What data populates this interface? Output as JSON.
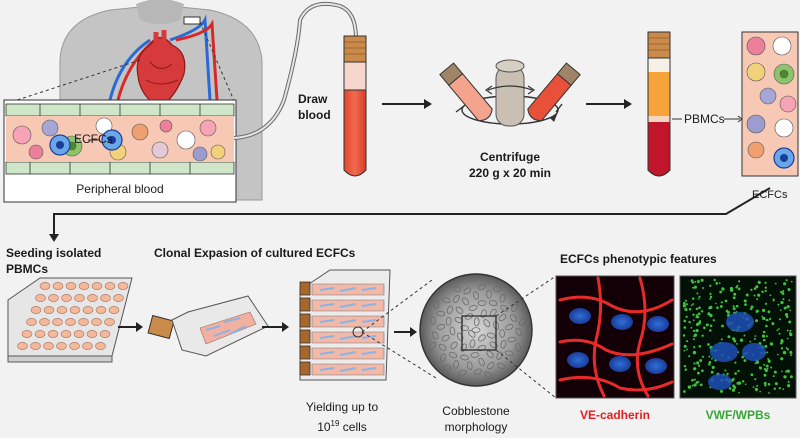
{
  "labels": {
    "ecfcs_inset": "ECFCs",
    "peripheral_blood": "Peripheral blood",
    "draw_blood_1": "Draw",
    "draw_blood_2": "blood",
    "centrifuge": "Centrifuge",
    "centrifuge_params": "220 g x 20 min",
    "pbmcs": "PBMCs",
    "ecfcs_right": "ECFCs",
    "seeding_1": "Seeding isolated",
    "seeding_2": "PBMCs",
    "clonal_expansion": "Clonal Expasion of cultured ECFCs",
    "yielding_1": "Yielding up to",
    "yielding_base": "10",
    "yielding_exp": "19",
    "yielding_unit": " cells",
    "cobblestone_1": "Cobblestone",
    "cobblestone_2": "morphology",
    "phenotypic": "ECFCs phenotypic features",
    "ve_cadherin": "VE-cadherin",
    "vwf_wpbs": "VWF/WPBs"
  },
  "colors": {
    "blood_red": "#e8503a",
    "blood_dark": "#c0152a",
    "plasma": "#f6a33a",
    "cap_brown": "#c98a4a",
    "vessel_pink": "#f7c9b5",
    "body_gray": "#c4c4c4",
    "heart_red": "#d63a3a",
    "ve_cadherin_text": "#e02020",
    "vwf_text": "#37a637",
    "plate_salmon": "#f6b89a"
  }
}
